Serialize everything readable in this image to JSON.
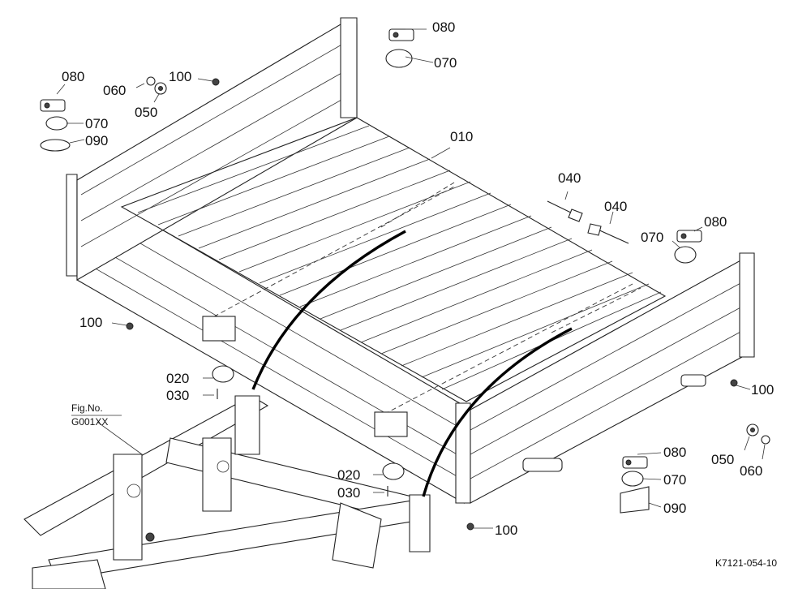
{
  "callouts": [
    {
      "id": "c010a",
      "text": "010"
    },
    {
      "id": "c020a",
      "text": "020"
    },
    {
      "id": "c020b",
      "text": "020"
    },
    {
      "id": "c030a",
      "text": "030"
    },
    {
      "id": "c030b",
      "text": "030"
    },
    {
      "id": "c040a",
      "text": "040"
    },
    {
      "id": "c040b",
      "text": "040"
    },
    {
      "id": "c050a",
      "text": "050"
    },
    {
      "id": "c050b",
      "text": "050"
    },
    {
      "id": "c060a",
      "text": "060"
    },
    {
      "id": "c060b",
      "text": "060"
    },
    {
      "id": "c070a",
      "text": "070"
    },
    {
      "id": "c070b",
      "text": "070"
    },
    {
      "id": "c070c",
      "text": "070"
    },
    {
      "id": "c070d",
      "text": "070"
    },
    {
      "id": "c080a",
      "text": "080"
    },
    {
      "id": "c080b",
      "text": "080"
    },
    {
      "id": "c080c",
      "text": "080"
    },
    {
      "id": "c080d",
      "text": "080"
    },
    {
      "id": "c090a",
      "text": "090"
    },
    {
      "id": "c090b",
      "text": "090"
    },
    {
      "id": "c100a",
      "text": "100"
    },
    {
      "id": "c100b",
      "text": "100"
    },
    {
      "id": "c100c",
      "text": "100"
    },
    {
      "id": "c100d",
      "text": "100"
    }
  ],
  "figure_ref": {
    "line1": "Fig.No.",
    "line2": "G001XX"
  },
  "drawing_code": "K7121-054-10"
}
